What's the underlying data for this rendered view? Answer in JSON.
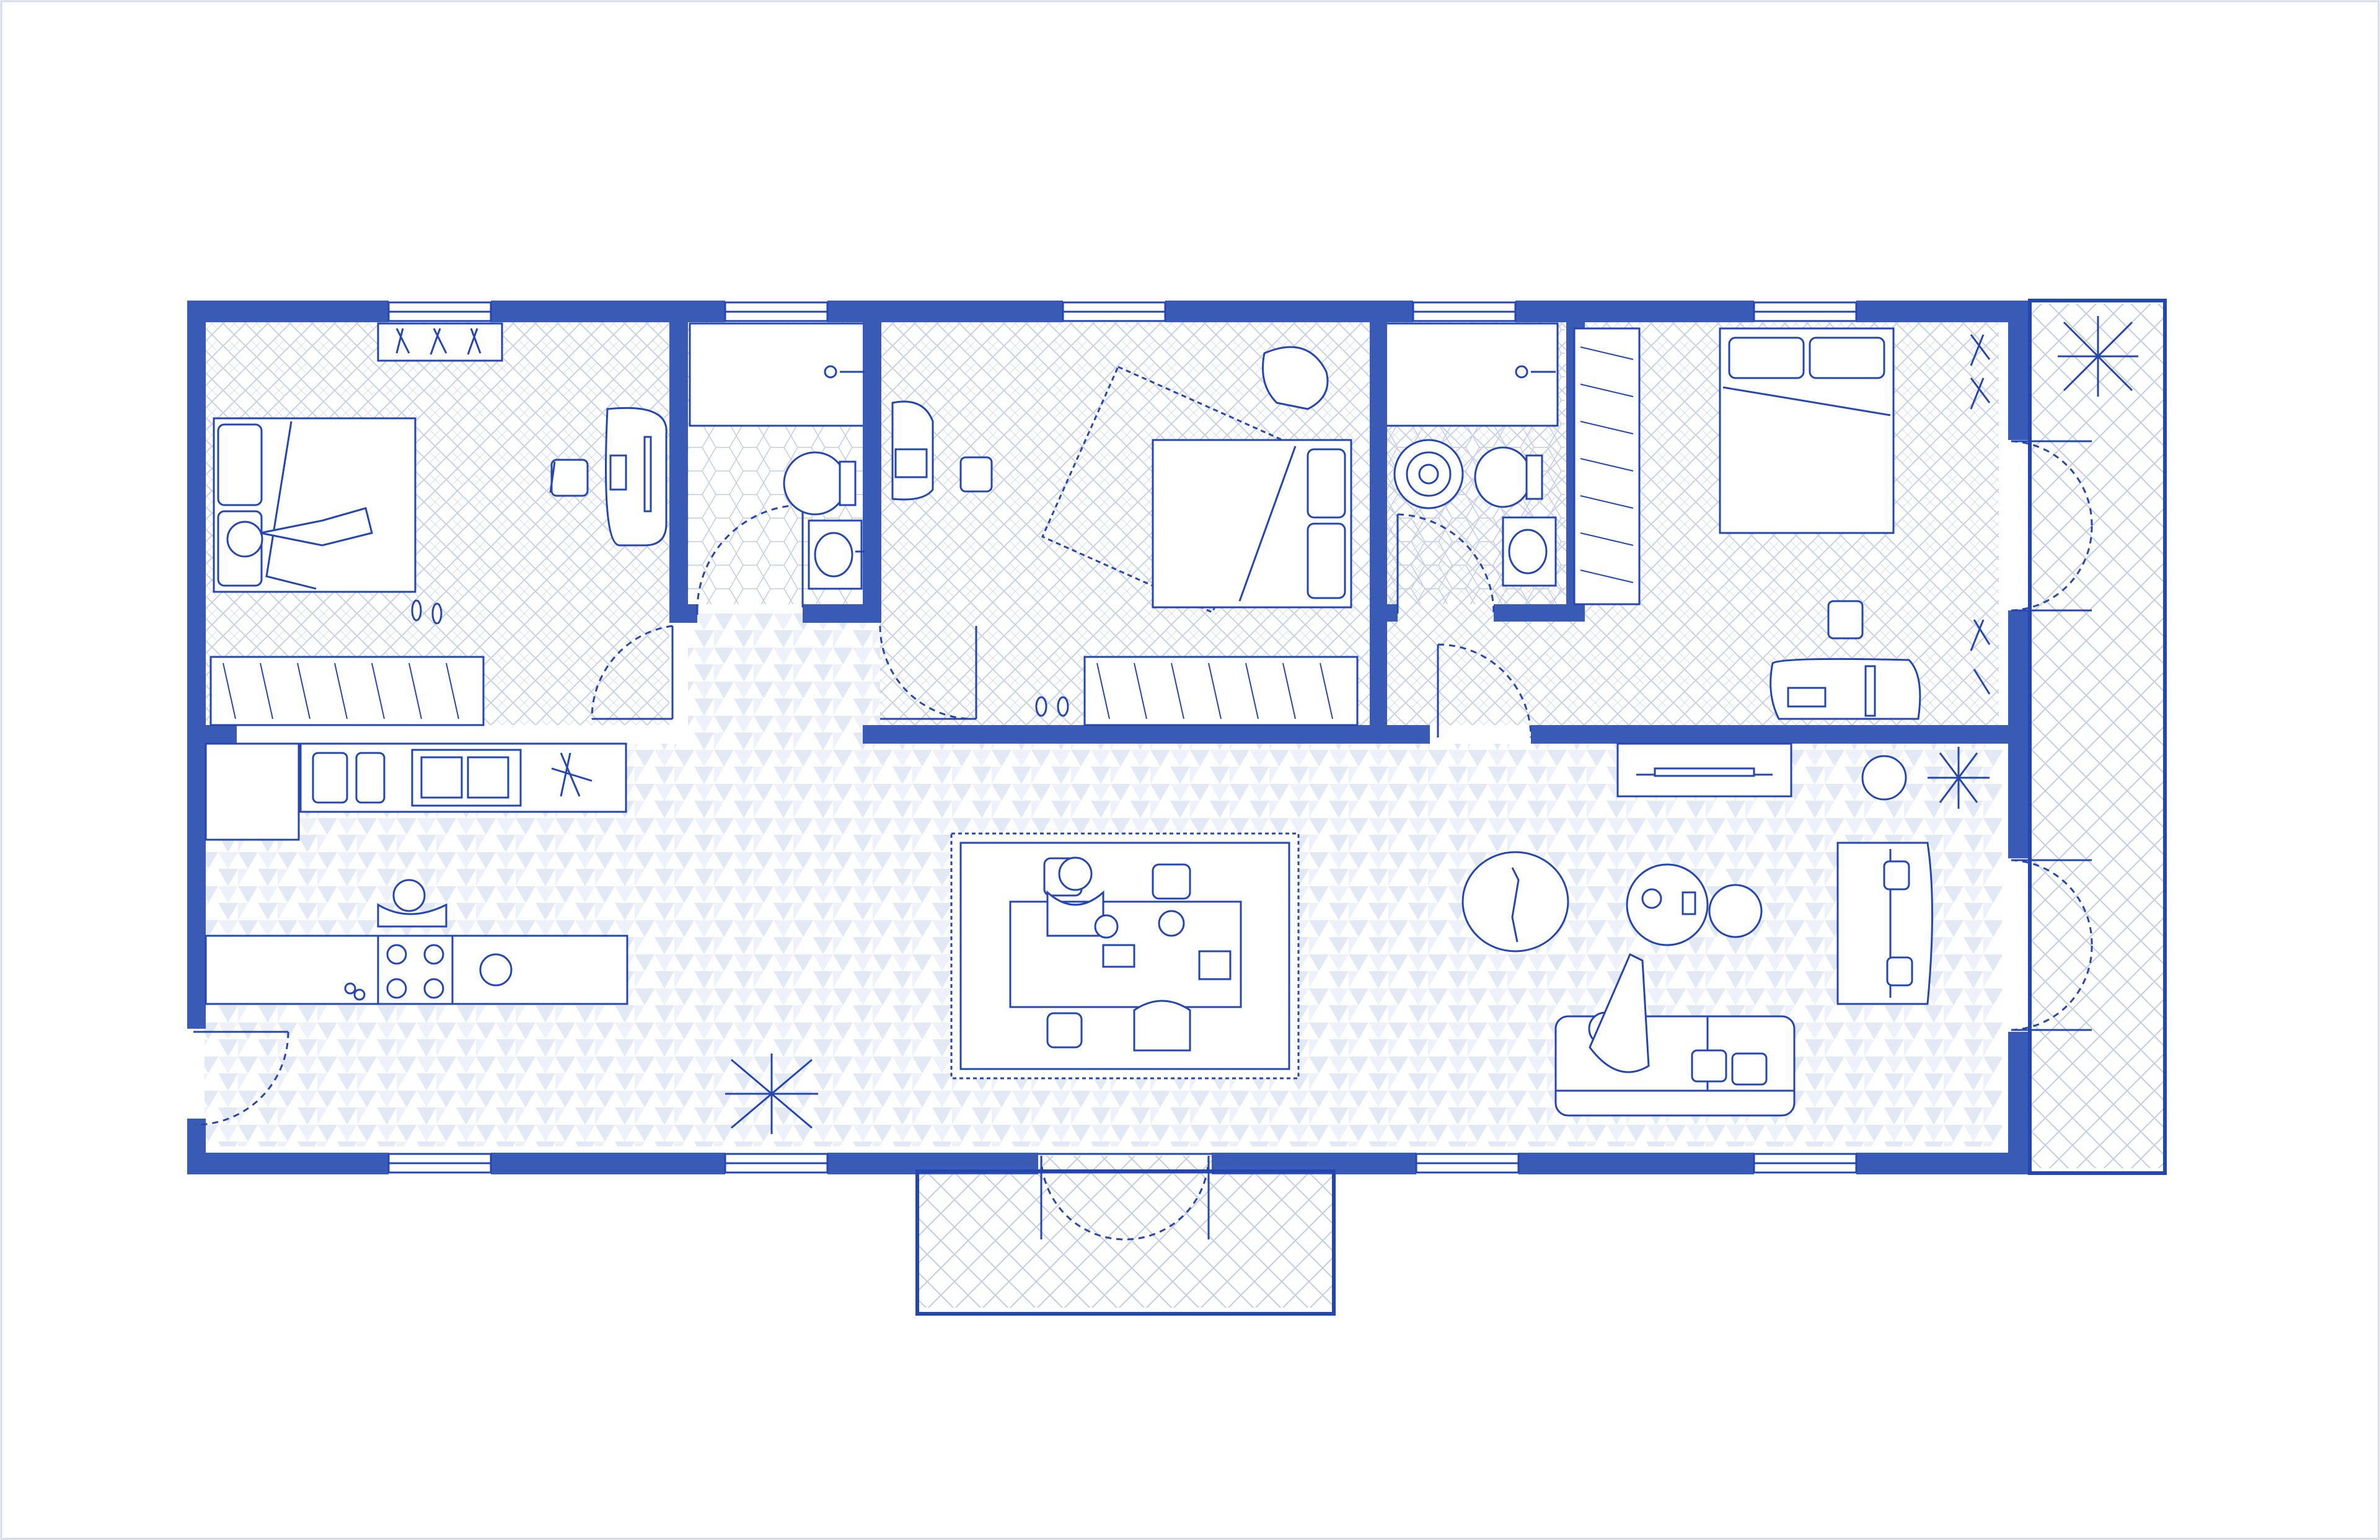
{
  "colors": {
    "wall": "#3a5bb5",
    "line": "#2446b3",
    "floor_hex": "#dde4f3",
    "floor_herringbone": "#c9d1e6",
    "background": "#ffffff",
    "border": "#d5daea"
  },
  "rooms": [
    {
      "name": "bedroom-1"
    },
    {
      "name": "bathroom-1"
    },
    {
      "name": "bedroom-2"
    },
    {
      "name": "bathroom-2"
    },
    {
      "name": "bedroom-3"
    },
    {
      "name": "kitchen"
    },
    {
      "name": "living-dining"
    },
    {
      "name": "side-balcony"
    },
    {
      "name": "front-balcony"
    }
  ],
  "icons": [
    "bed-icon",
    "desk-icon",
    "chair-icon",
    "toilet-icon",
    "sink-icon",
    "shower-icon",
    "wardrobe-icon",
    "plant-icon",
    "stove-icon",
    "kitchen-sink-icon",
    "sofa-icon",
    "armchair-icon",
    "dining-table-icon",
    "rug-icon",
    "tv-stand-icon",
    "pouf-icon",
    "coffee-table-icon",
    "door-swing-icon",
    "window-icon",
    "person-icon",
    "cat-icon"
  ]
}
